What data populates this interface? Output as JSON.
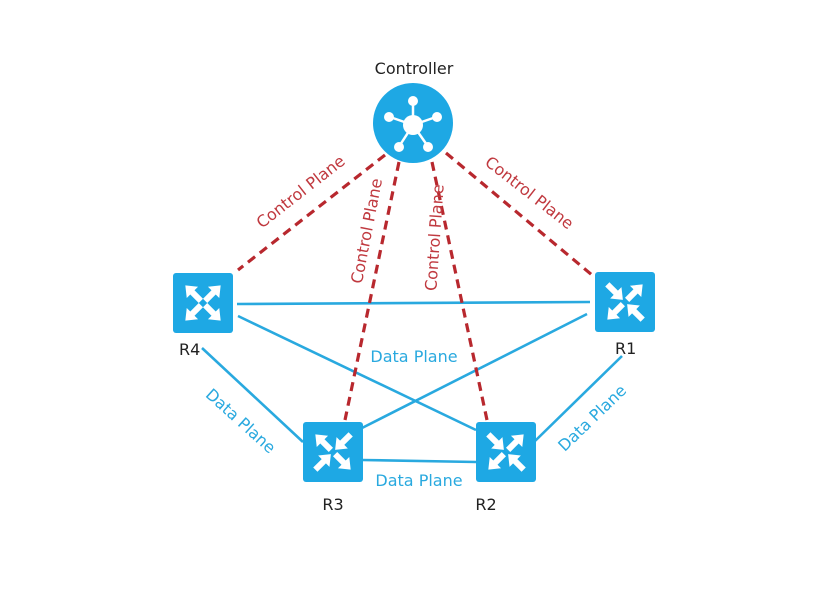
{
  "diagram": {
    "colors": {
      "control_plane": "#b8282e",
      "data_plane": "#29a9df",
      "node_fill": "#1ea8e4"
    },
    "controller": {
      "label": "Controller",
      "icon": "hub-network-icon"
    },
    "routers": [
      {
        "id": "R4",
        "label": "R4",
        "icon": "router-arrows-icon"
      },
      {
        "id": "R1",
        "label": "R1",
        "icon": "router-arrows-icon"
      },
      {
        "id": "R3",
        "label": "R3",
        "icon": "router-arrows-icon"
      },
      {
        "id": "R2",
        "label": "R2",
        "icon": "router-arrows-icon"
      }
    ],
    "control_links": [
      {
        "from": "Controller",
        "to": "R4",
        "label": "Control Plane"
      },
      {
        "from": "Controller",
        "to": "R3",
        "label": "Control Plane"
      },
      {
        "from": "Controller",
        "to": "R2",
        "label": "Control Plane"
      },
      {
        "from": "Controller",
        "to": "R1",
        "label": "Control Plane"
      }
    ],
    "data_links": [
      {
        "from": "R4",
        "to": "R1",
        "label": ""
      },
      {
        "from": "R4",
        "to": "R2",
        "label": "Data Plane"
      },
      {
        "from": "R1",
        "to": "R3",
        "label": ""
      },
      {
        "from": "R4",
        "to": "R3",
        "label": "Data Plane"
      },
      {
        "from": "R3",
        "to": "R2",
        "label": "Data Plane"
      },
      {
        "from": "R1",
        "to": "R2",
        "label": "Data Plane"
      }
    ]
  }
}
